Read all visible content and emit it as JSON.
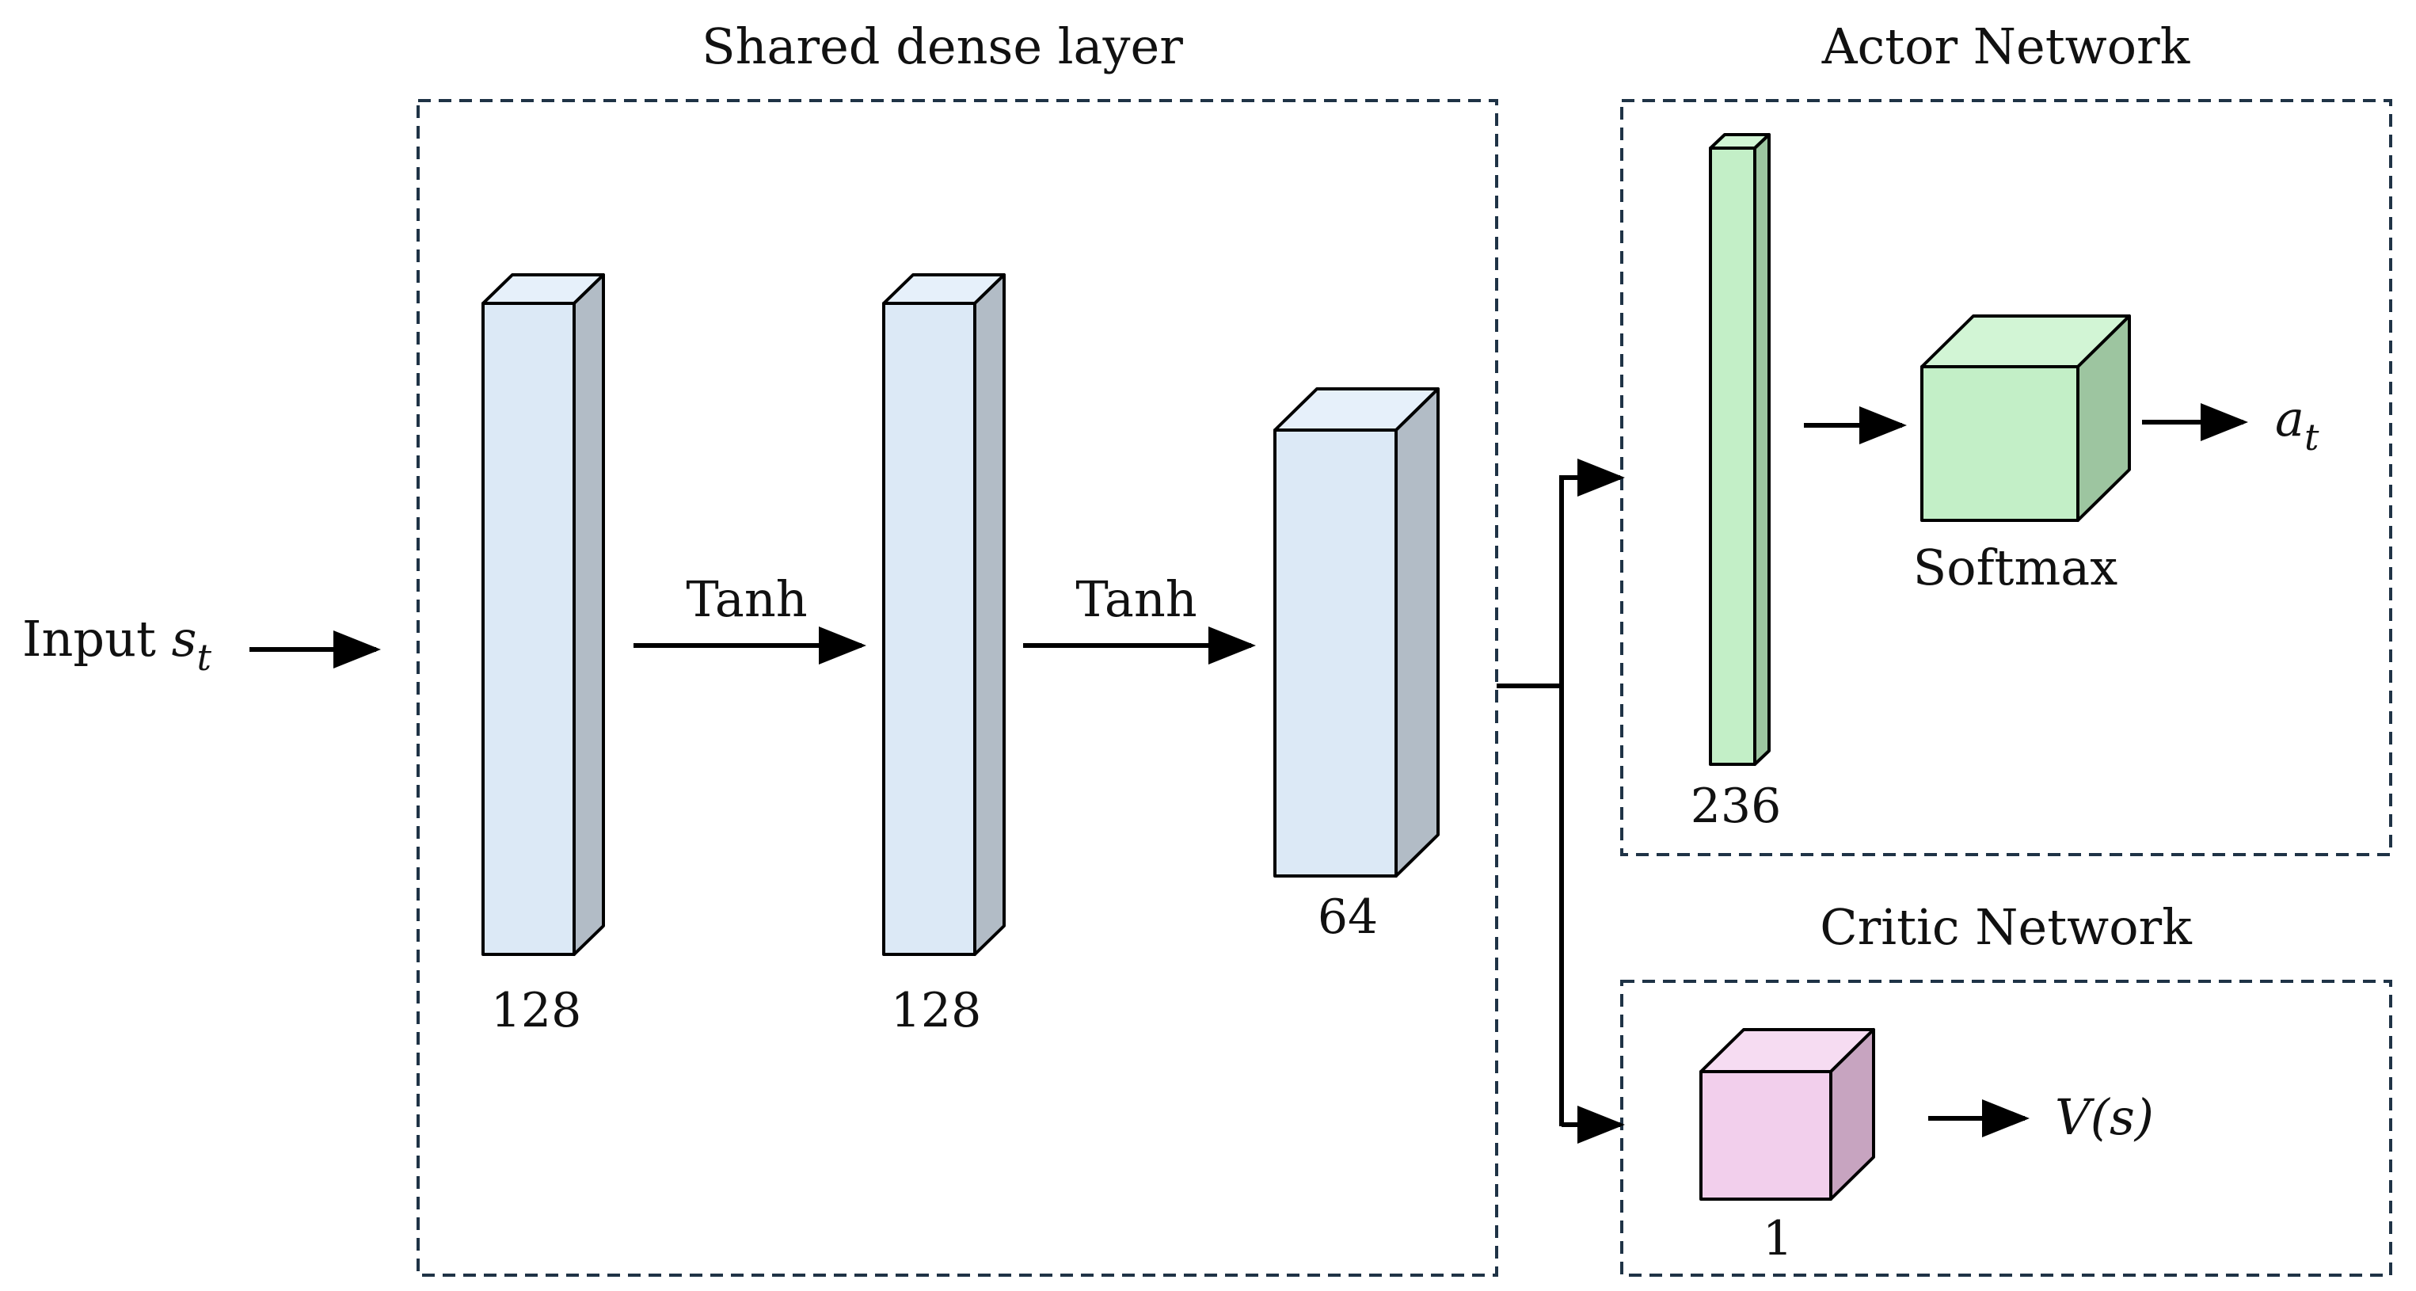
{
  "groups": {
    "shared": {
      "title": "Shared dense layer"
    },
    "actor": {
      "title": "Actor Network"
    },
    "critic": {
      "title": "Critic Network"
    }
  },
  "input": {
    "label": "Input ",
    "symbol": "s",
    "subscript": "t"
  },
  "activations": [
    "Tanh",
    "Tanh"
  ],
  "layers": [
    {
      "id": "dense-1",
      "units": "128"
    },
    {
      "id": "dense-2",
      "units": "128"
    },
    {
      "id": "dense-3",
      "units": "64"
    },
    {
      "id": "actor-dense",
      "units": "236"
    },
    {
      "id": "critic-dense",
      "units": "1"
    }
  ],
  "softmax": {
    "label": "Softmax"
  },
  "outputs": {
    "action": {
      "symbol": "a",
      "subscript": "t"
    },
    "value": {
      "text": "V(s)"
    }
  },
  "colors": {
    "blue_front": "#dce9f6",
    "blue_top": "#e6f0fa",
    "blue_side": "#b2bcc6",
    "green_front": "#c3efc7",
    "green_top": "#d2f5d5",
    "green_side": "#9dc5a0",
    "pink_front": "#f2cfec",
    "pink_top": "#f6dcf2",
    "pink_side": "#c7a4c0",
    "box_border": "#1f3346"
  }
}
